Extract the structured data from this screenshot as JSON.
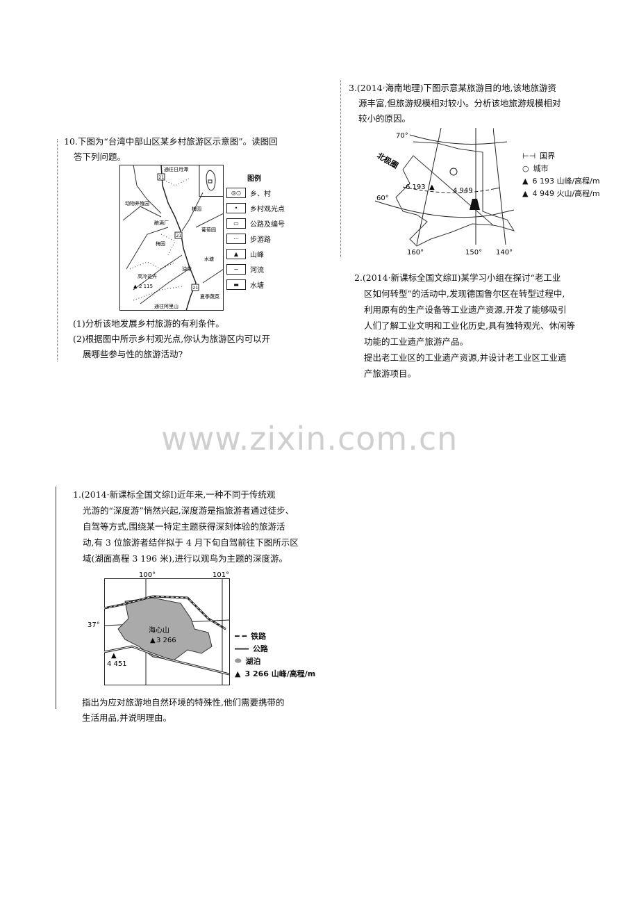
{
  "q10": {
    "lines": [
      "10.下图为“台湾中部山区某乡村旅游区示意图”。读图回",
      "答下列问题。"
    ],
    "map": {
      "labels": [
        "通往日月潭",
        "动物养殖园",
        "梅园",
        "酿酒厂",
        "葡萄园",
        "梅园",
        "水塘",
        "油茶",
        "高冷花卉",
        "2 115",
        "夏季蔬菜",
        "通往阿里山",
        "21",
        "21",
        "21"
      ],
      "legend_title": "图例",
      "legend": [
        "乡、村",
        "乡村观光点",
        "公路及编号",
        "步游路",
        "山峰",
        "河流",
        "水塘"
      ]
    },
    "sub": [
      "(1)分析该地发展乡村旅游的有利条件。",
      "(2)根据图中所示乡村观光点,你认为旅游区内可以开",
      "展哪些参与性的旅游活动?"
    ]
  },
  "q3": {
    "lines": [
      "3.(2014·海南地理)下图示意某旅游目的地,该地旅游资",
      "源丰富,但旅游规模相对较小。分析该地旅游规模相对",
      "较小的原因。"
    ],
    "map": {
      "labels": [
        "70°",
        "北极圈",
        "60°",
        "6 193",
        "4 949",
        "160°",
        "150°",
        "140°"
      ],
      "legend": [
        "国界",
        "城市",
        "6 193 山峰/高程/m",
        "4 949 火山/高程/m"
      ]
    }
  },
  "q2": {
    "lines": [
      "2.(2014·新课标全国文综Ⅱ)某学习小组在探讨“老工业",
      "区如何转型”的活动中,发现德国鲁尔区在转型过程中,",
      "利用原有的生产设备等工业遗产资源,开发了能够吸引",
      "人们了解工业文明和工业化历史,具有独特观光、休闲等",
      "功能的工业遗产旅游产品。",
      "提出老工业区的工业遗产资源,并设计老工业区工业遗",
      "产旅游项目。"
    ]
  },
  "watermark": "www.zixin.com.cn",
  "q1": {
    "lines": [
      "1.(2014·新课标全国文综Ⅰ)近年来,一种不同于传统观",
      "光游的“深度游”悄然兴起,深度游是指旅游者通过徒步、",
      "自驾等方式,围绕某一特定主题获得深刻体验的旅游活",
      "动,有 3 位旅游者结伴拟于 4 月下旬自驾前往下图所示区",
      "域(湖面高程 3 196 米),进行以观鸟为主题的深度游。"
    ],
    "map": {
      "labels": [
        "100°",
        "101°",
        "37°",
        "海心山",
        "3 266",
        "4 451"
      ],
      "legend": [
        "铁路",
        "公路",
        "湖泊",
        "3 266 山峰/高程/m"
      ]
    },
    "after": [
      "指出为应对旅游地自然环境的特殊性,他们需要携带的",
      "生活用品,并说明理由。"
    ]
  }
}
